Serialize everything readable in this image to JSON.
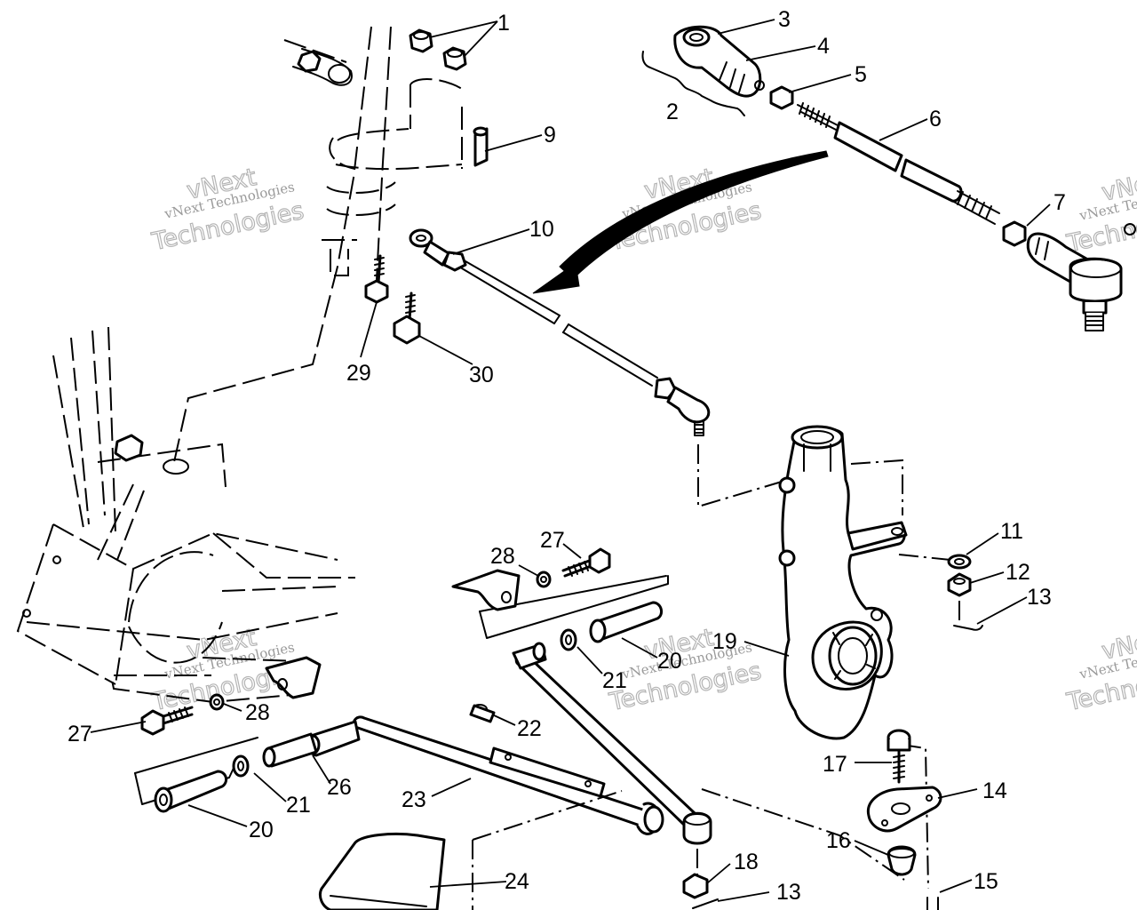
{
  "diagram": {
    "callouts": [
      "1",
      "2",
      "3",
      "4",
      "5",
      "6",
      "7",
      "9",
      "10",
      "11",
      "12",
      "13",
      "14",
      "15",
      "16",
      "17",
      "18",
      "19",
      "20",
      "21",
      "22",
      "23",
      "24",
      "26",
      "27",
      "28",
      "29",
      "30"
    ],
    "callout_repeats": {
      "13": 2,
      "20": 2,
      "21": 2,
      "27": 2,
      "28": 2
    },
    "watermark": {
      "line1": "vNext Technologies",
      "line2": "vNext",
      "line3": "Technologies"
    },
    "colors": {
      "ink": "#000000",
      "paper": "#ffffff",
      "watermark": "#9a9a9a"
    }
  }
}
